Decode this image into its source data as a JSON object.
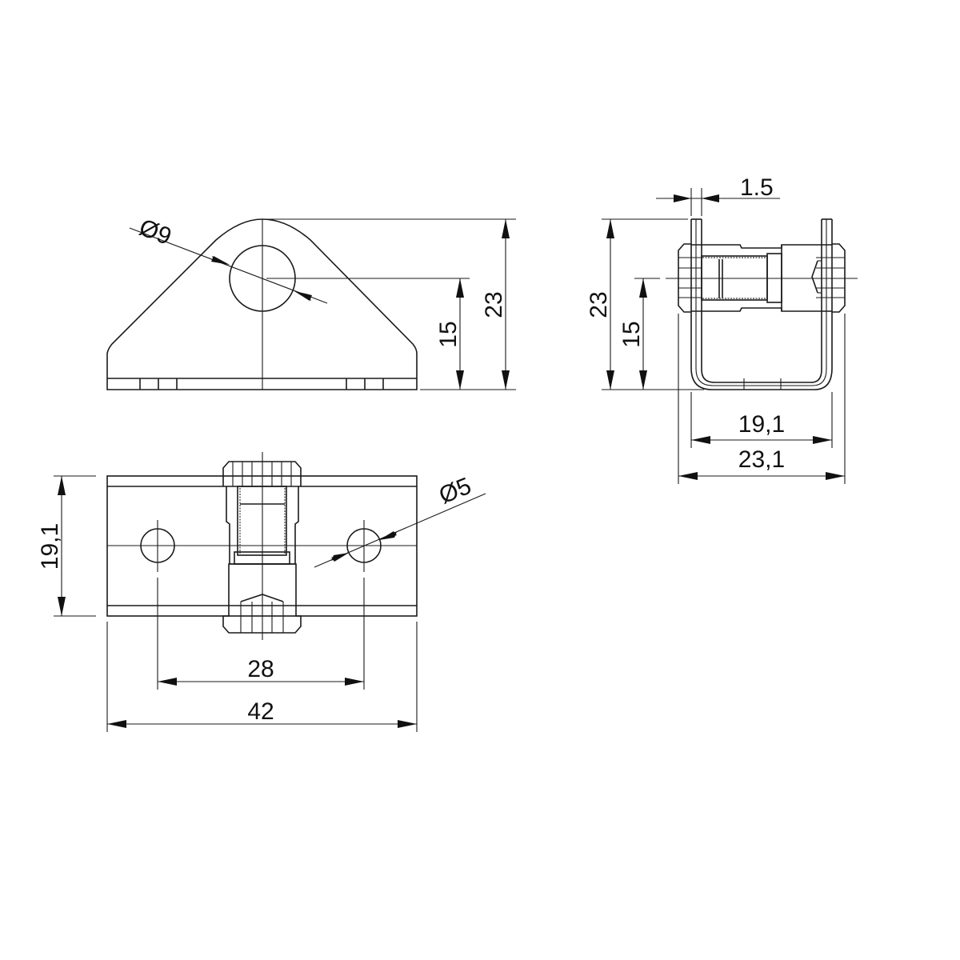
{
  "drawing": {
    "type": "technical-drawing",
    "part": "gas spring mounting bracket",
    "views": {
      "front": {
        "dimensions": {
          "hole_diameter": "Ø9",
          "hole_center_height": "15",
          "total_height": "23"
        }
      },
      "side": {
        "dimensions": {
          "sheet_thickness": "1.5",
          "total_height": "23",
          "pin_center_height": "15",
          "inner_width": "19,1",
          "outer_width": "23,1"
        }
      },
      "top": {
        "dimensions": {
          "depth": "19,1",
          "mount_hole_diameter": "Ø5",
          "hole_spacing": "28",
          "total_length": "42"
        }
      }
    },
    "line_color": "#1a1a1a",
    "background": "#ffffff"
  }
}
